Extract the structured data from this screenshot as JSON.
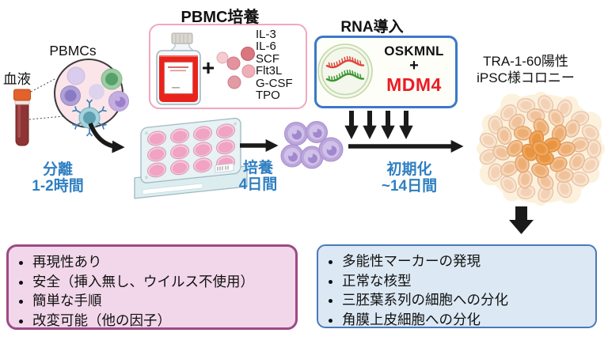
{
  "labels": {
    "pbmcs": "PBMCs",
    "blood": "血液"
  },
  "culture_box": {
    "title": "PBMC培養",
    "plus": "+",
    "cytokines": [
      "IL-3",
      "IL-6",
      "SCF",
      "Flt3L",
      "G-CSF",
      "TPO"
    ]
  },
  "rna_box": {
    "title": "RNA導入",
    "factors": "OSKMNL",
    "plus": "+",
    "extra_factor": "MDM4"
  },
  "steps": {
    "separation": {
      "name": "分離",
      "duration": "1-2時間"
    },
    "culture": {
      "name": "培養",
      "duration": "4日間"
    },
    "reprogramming": {
      "name": "初期化",
      "duration": "~14日間"
    }
  },
  "result": {
    "line1": "TRA-1-60陽性",
    "line2": "iPSC様コロニー"
  },
  "advantages": {
    "items": [
      "再現性あり",
      "安全（挿入無し、ウイルス不使用）",
      "簡単な手順",
      "改変可能（他の因子）"
    ]
  },
  "ipsc_properties": {
    "items": [
      "多能性マーカーの発現",
      "正常な核型",
      "三胚葉系列の細胞への分化",
      "角膜上皮細胞への分化"
    ]
  },
  "colors": {
    "accent_blue": "#2F7FC1",
    "mdm4_red": "#EC1C24",
    "rna_box_border": "#3C78C8",
    "culture_box_border": "#F2A8BC",
    "advantages_border": "#9C4A86",
    "advantages_fill": "#F2D7EA",
    "properties_border": "#4A7AB8",
    "properties_fill": "#DCE8F4",
    "media_red": "#E8231D",
    "arrow_black": "#1A1A1A"
  }
}
